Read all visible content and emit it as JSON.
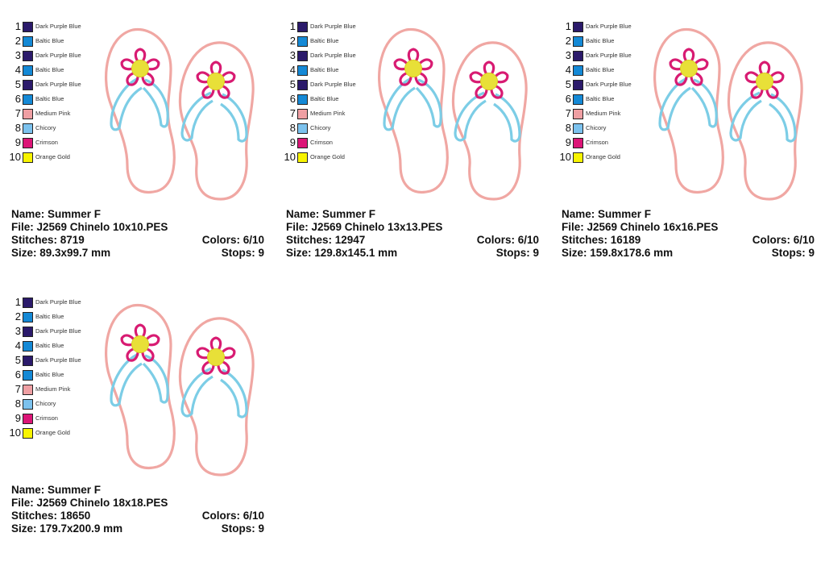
{
  "legend_colors": [
    {
      "num": "1",
      "name": "Dark Purple Blue",
      "hex": "#2b1a6b"
    },
    {
      "num": "2",
      "name": "Baltic Blue",
      "hex": "#1489d6"
    },
    {
      "num": "3",
      "name": "Dark Purple Blue",
      "hex": "#2b1a6b"
    },
    {
      "num": "4",
      "name": "Baltic Blue",
      "hex": "#1489d6"
    },
    {
      "num": "5",
      "name": "Dark Purple Blue",
      "hex": "#2b1a6b"
    },
    {
      "num": "6",
      "name": "Baltic Blue",
      "hex": "#1489d6"
    },
    {
      "num": "7",
      "name": "Medium Pink",
      "hex": "#ef9fa3"
    },
    {
      "num": "8",
      "name": "Chicory",
      "hex": "#7cc2ee"
    },
    {
      "num": "9",
      "name": "Crimson",
      "hex": "#dc1577"
    },
    {
      "num": "10",
      "name": "Orange Gold",
      "hex": "#f8f400"
    }
  ],
  "art_colors": {
    "sole": "#f0a7a3",
    "strap": "#7ccde6",
    "petals": "#d81b72",
    "center": "#e8e038"
  },
  "panels": [
    {
      "name": "Name: Summer F",
      "file": "File: J2569 Chinelo 10x10.PES",
      "stitches": "Stitches: 8719",
      "colors": "Colors: 6/10",
      "size": "Size: 89.3x99.7 mm",
      "stops": "Stops: 9"
    },
    {
      "name": "Name: Summer F",
      "file": "File: J2569 Chinelo 13x13.PES",
      "stitches": "Stitches: 12947",
      "colors": "Colors: 6/10",
      "size": "Size: 129.8x145.1 mm",
      "stops": "Stops: 9"
    },
    {
      "name": "Name: Summer F",
      "file": "File: J2569 Chinelo 16x16.PES",
      "stitches": "Stitches: 16189",
      "colors": "Colors: 6/10",
      "size": "Size: 159.8x178.6 mm",
      "stops": "Stops: 9"
    },
    {
      "name": "Name: Summer F",
      "file": "File: J2569 Chinelo 18x18.PES",
      "stitches": "Stitches: 18650",
      "colors": "Colors: 6/10",
      "size": "Size: 179.7x200.9 mm",
      "stops": "Stops: 9"
    }
  ]
}
